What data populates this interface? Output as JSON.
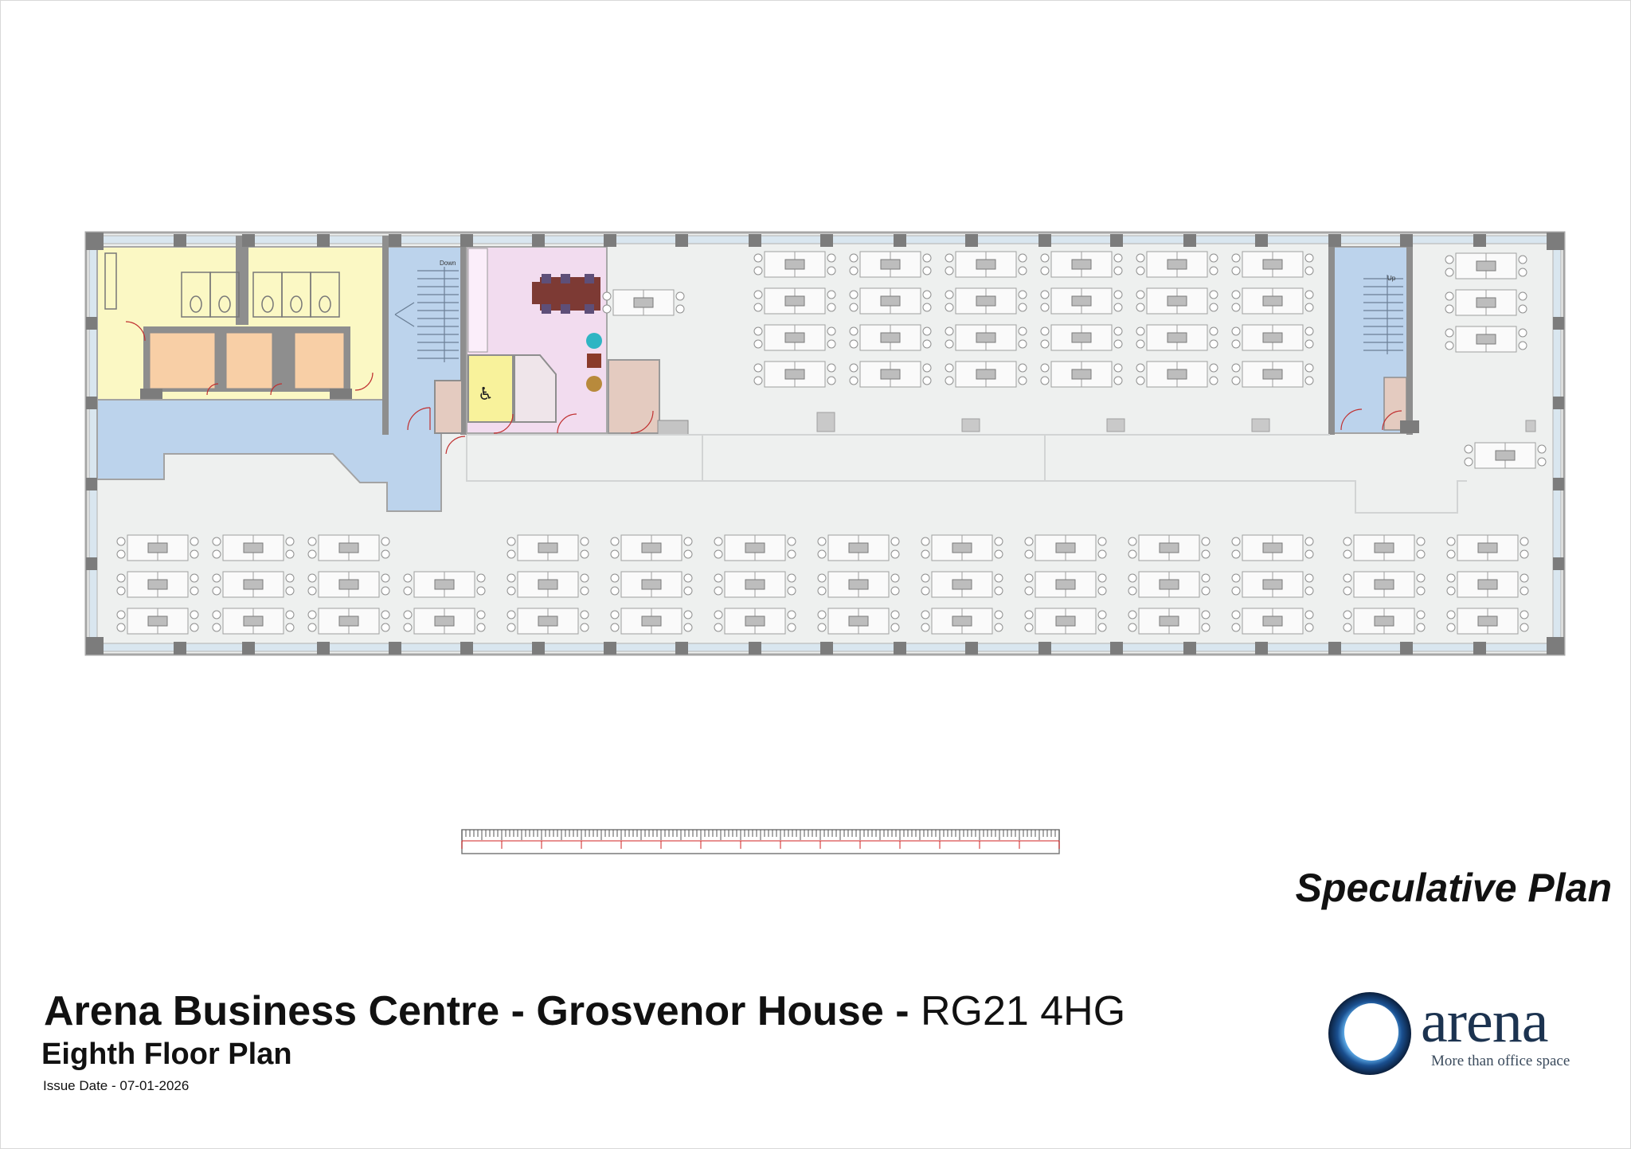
{
  "title": {
    "main": "Arena Business Centre - Grosvenor House - ",
    "postcode": "RG21 4HG",
    "sub": "Eighth Floor Plan",
    "issue_date": "Issue Date - 07-01-2026"
  },
  "plan_status": "Speculative Plan",
  "logo": {
    "wordmark": "arena",
    "tagline": "More than office space"
  },
  "stair_labels": {
    "left": "Down",
    "right": "Up"
  },
  "colors": {
    "floor": "#eef0ef",
    "wall": "#8e8e8e",
    "column": "#7c7c7c",
    "toilets": "#fbf8c4",
    "core": "#f8cfa6",
    "stairs_corridor": "#bcd3ec",
    "kitchen": "#f2dcef",
    "accessible_wc": "#f8f29b",
    "store": "#e4cbc0",
    "meeting_table": "#7d3a34",
    "meeting_chair": "#5e4f78",
    "chair_teal": "#2fb5c3",
    "chair_brown": "#8a3b2b",
    "chair_ochre": "#b88a3c",
    "logo_blue": "#1c3350",
    "ruler_tick": "#555555",
    "ruler_red": "#d22020"
  }
}
